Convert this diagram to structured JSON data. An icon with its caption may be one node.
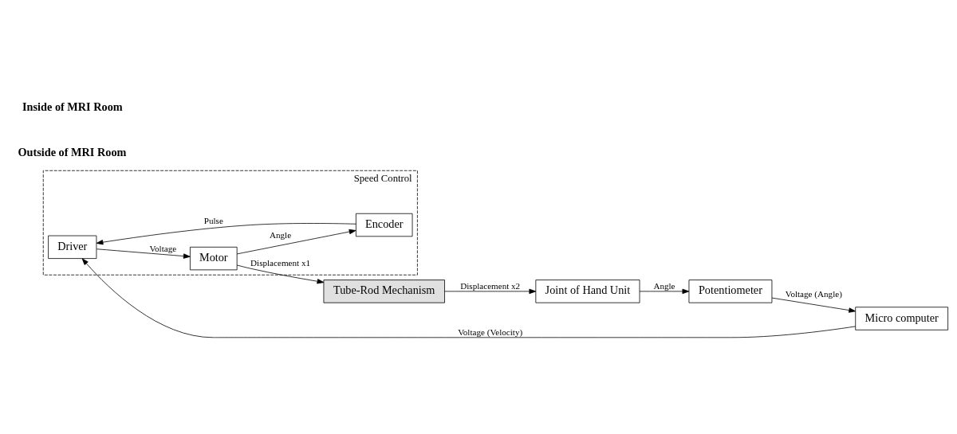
{
  "diagram": {
    "nodes": [
      {
        "text": [
          "Speed Control"
        ]
      },
      {
        "text": [
          "Micro computer"
        ]
      },
      {
        "text": [
          "Driver"
        ],
        "in": 0
      },
      {
        "text": [
          "Motor"
        ],
        "in": 0
      },
      {
        "text": [
          "Encoder"
        ],
        "in": 0
      },
      {
        "text": [
          "Tube-Rod Mechanism"
        ]
      },
      {
        "text": [
          "Joint of Hand Unit"
        ]
      },
      {
        "text": [
          "Potentiometer"
        ]
      }
    ],
    "edges": [
      {
        "from": 1,
        "to": 2,
        "arrow": "to",
        "label": "Voltage (Velocity)"
      },
      {
        "from": 2,
        "to": 3,
        "arrow": "to",
        "label": "Voltage"
      },
      {
        "from": 3,
        "to": 5,
        "arrow": "to",
        "label": "Displacement x1"
      },
      {
        "from": 5,
        "to": 6,
        "arrow": "to",
        "label": "Displacement x2"
      },
      {
        "from": 3,
        "to": 4,
        "arrow": "to",
        "label": "Angle"
      },
      {
        "from": 4,
        "to": 2,
        "arrow": "to",
        "label": "Pulse"
      },
      {
        "from": 6,
        "to": 7,
        "arrow": "to",
        "label": "Angle"
      },
      {
        "from": 7,
        "to": 1,
        "arrow": "to",
        "label": "Voltage (Angle)"
      }
    ],
    "labels": [
      "Outside of MRI Room",
      "Inside of MRI Room"
    ]
  }
}
